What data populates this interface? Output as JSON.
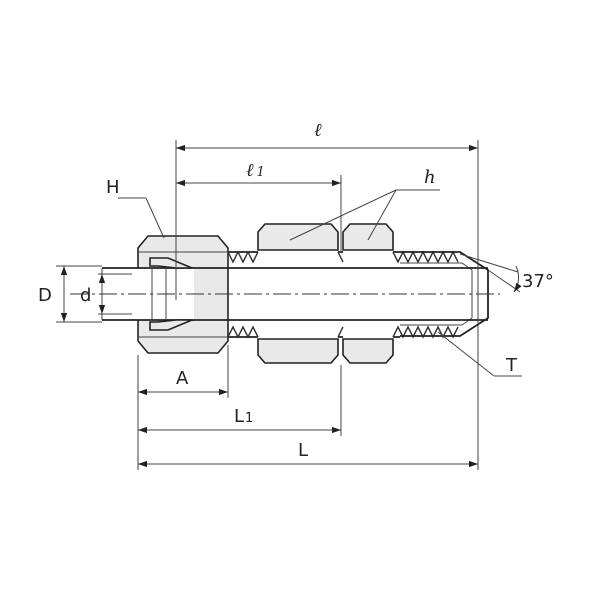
{
  "labels": {
    "l": "ℓ",
    "l1_main": "ℓ",
    "l1_sub": "1",
    "H": "H",
    "h": "h",
    "D": "D",
    "d": "d",
    "angle": "37°",
    "T": "T",
    "A": "A",
    "L1_main": "L",
    "L1_sub": "1",
    "L": "L"
  }
}
